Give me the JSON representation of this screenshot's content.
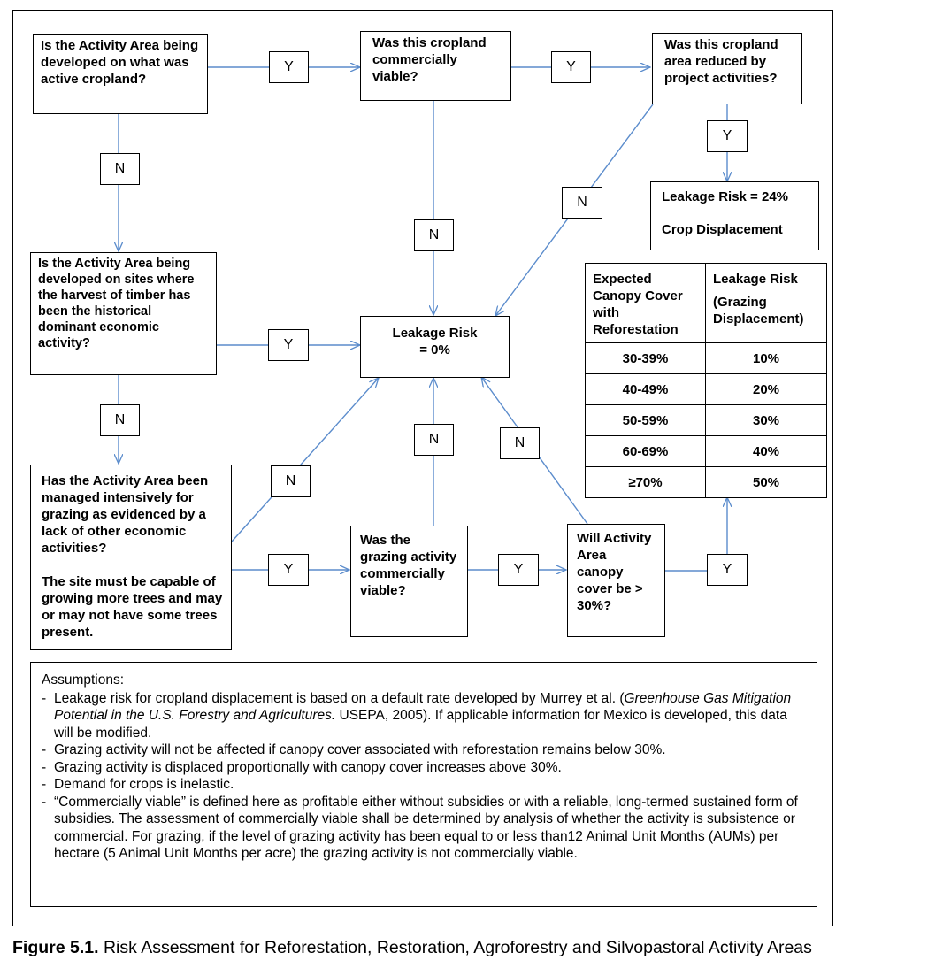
{
  "flowchart": {
    "q_cropland": "Is the Activity Area being developed on what was active cropland?",
    "q_crop_viable": "Was this cropland commercially viable?",
    "q_crop_reduced": "Was this cropland area reduced by project activities?",
    "result_crop_risk": "Leakage Risk = 24%",
    "result_crop_type": "Crop Displacement",
    "q_timber": "Is the Activity Area being developed on sites where the harvest of timber has been the historical dominant economic activity?",
    "result_zero_line1": "Leakage Risk",
    "result_zero_line2": "= 0%",
    "q_grazing_main": "Has the Activity Area been managed intensively for grazing as evidenced by a lack of other economic activities?",
    "q_grazing_note": "The site must be capable of growing more trees and may or may not have some trees present.",
    "q_grazing_viable": "Was the grazing activity commercially viable?",
    "q_canopy": "Will Activity Area canopy cover be > 30%?",
    "yes": "Y",
    "no": "N"
  },
  "table": {
    "header_left": "Expected Canopy Cover with Reforestation",
    "header_right_line1": "Leakage Risk",
    "header_right_line2": "(Grazing Displacement)",
    "rows": [
      {
        "canopy": "30-39%",
        "risk": "10%"
      },
      {
        "canopy": "40-49%",
        "risk": "20%"
      },
      {
        "canopy": "50-59%",
        "risk": "30%"
      },
      {
        "canopy": "60-69%",
        "risk": "40%"
      },
      {
        "canopy": "≥70%",
        "risk": "50%"
      }
    ]
  },
  "assumptions": {
    "heading": "Assumptions:",
    "item1_before": "Leakage risk for cropland displacement is based on a default rate developed by Murrey et al. (",
    "item1_italic": "Greenhouse Gas Mitigation Potential in the U.S. Forestry and Agricultures.",
    "item1_after": " USEPA, 2005). If applicable information for Mexico is developed, this data will be modified.",
    "item2": "Grazing activity will not be affected if canopy cover associated with reforestation remains below 30%.",
    "item3": "Grazing activity is displaced proportionally with canopy cover increases above 30%.",
    "item4": "Demand for crops is inelastic.",
    "item5": "“Commercially viable” is defined here as profitable either without subsidies or with a reliable, long-termed sustained form of subsidies. The assessment of commercially viable shall be determined by analysis of whether the activity is subsistence or commercial. For grazing, if the level of grazing activity has been equal to or less than12 Animal Unit Months (AUMs) per hectare (5 Animal Unit Months per acre) the grazing activity is not commercially viable."
  },
  "caption": {
    "label": "Figure 5.1.",
    "text": " Risk Assessment for Reforestation, Restoration, Agroforestry and Silvopastoral Activity Areas"
  },
  "colors": {
    "connector": "#5b8ccc",
    "border": "#000000"
  }
}
